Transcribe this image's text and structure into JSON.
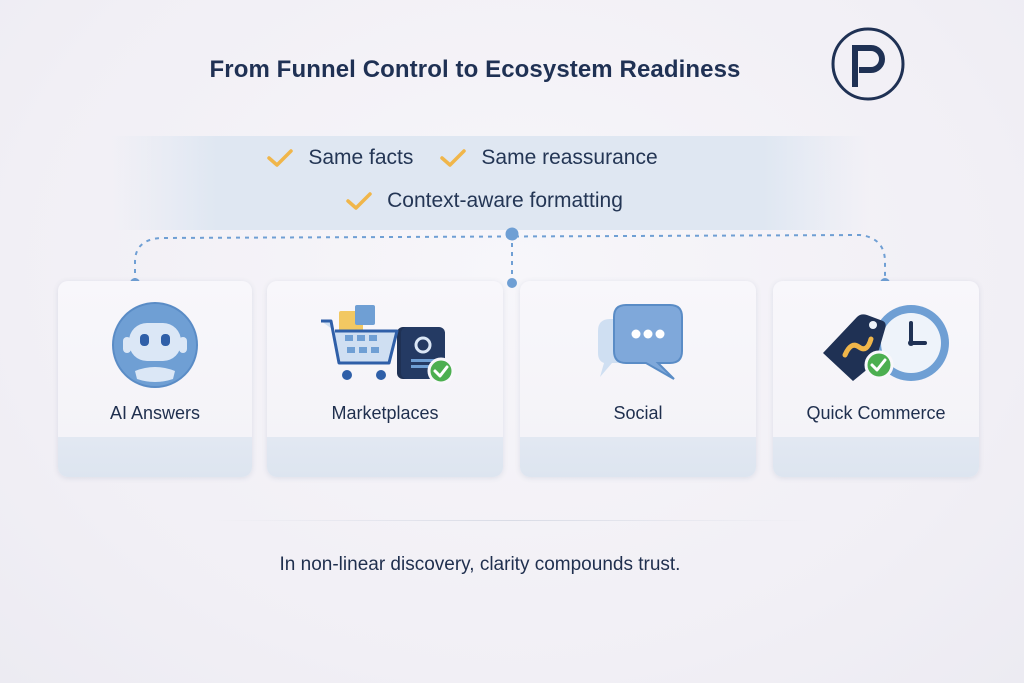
{
  "title": "From Funnel Control to Ecosystem Readiness",
  "logo_icon": "p-logo-icon",
  "checks": [
    {
      "label": "Same facts"
    },
    {
      "label": "Same reassurance"
    },
    {
      "label": "Context-aware formatting"
    }
  ],
  "cards": [
    {
      "label": "AI Answers",
      "icon": "chatbot-icon"
    },
    {
      "label": "Marketplaces",
      "icon": "shopping-cart-icon"
    },
    {
      "label": "Social",
      "icon": "chat-bubble-icon"
    },
    {
      "label": "Quick Commerce",
      "icon": "tag-clock-icon"
    }
  ],
  "footer": "In non-linear discovery, clarity compounds trust.",
  "colors": {
    "navy": "#1f3154",
    "accent_blue": "#6f9fd4",
    "check_gold": "#f0b64a",
    "success_green": "#4caf50",
    "dashed_line": "#6f9fd4"
  }
}
